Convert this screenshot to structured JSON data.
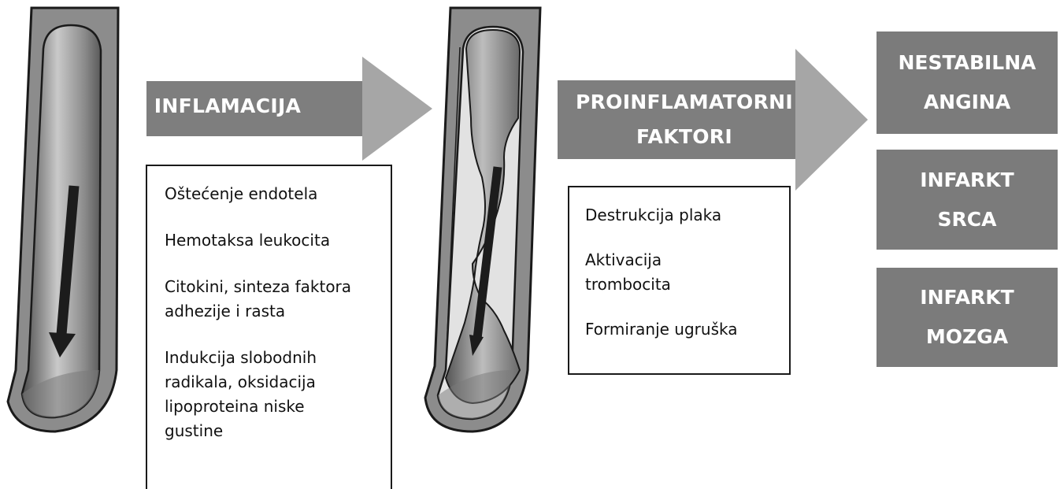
{
  "arrows": [
    {
      "label_lines": [
        "INFLAMACIJA"
      ]
    },
    {
      "label_lines": [
        "PROINFLAMATORNI",
        "FAKTORI"
      ]
    }
  ],
  "inflammation_box": {
    "items": [
      "Oštećenje endotela",
      "Hemotaksa leukocita",
      "Citokini, sinteza faktora",
      "adhezije i rasta",
      "Indukcija slobodnih",
      "radikala, oksidacija",
      "lipoproteina niske",
      "gustine"
    ]
  },
  "factors_box": {
    "items": [
      "Destrukcija plaka",
      "Aktivacija",
      "trombocita",
      "Formiranje ugruška"
    ]
  },
  "outcomes": [
    {
      "lines": [
        "NESTABILNA",
        "ANGINA"
      ]
    },
    {
      "lines": [
        "INFARKT",
        "SRCA"
      ]
    },
    {
      "lines": [
        "INFARKT",
        "MOZGA"
      ]
    }
  ],
  "colors": {
    "arrow_gray": "#7e7e7e",
    "arrow_head_gray": "#a6a6a6",
    "outcome_gray": "#7b7b7b",
    "vessel_wall": "#8c8c8c",
    "outline": "#1a1a1a"
  }
}
